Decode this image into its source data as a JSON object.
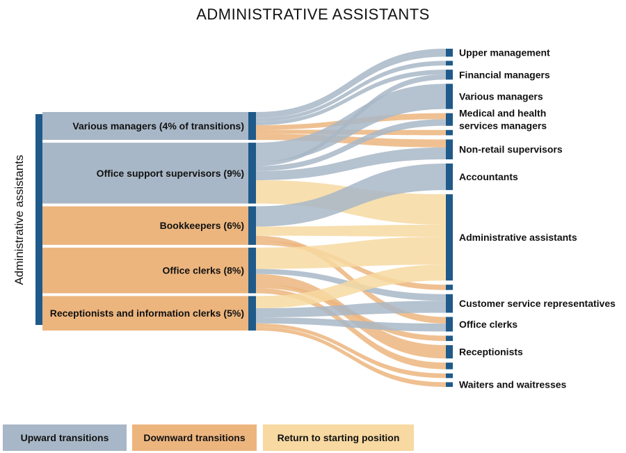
{
  "title": "ADMINISTRATIVE ASSISTANTS",
  "root_label": "Administrative assistants",
  "colors": {
    "upward": "#a8b7c7",
    "downward": "#ecb57e",
    "return": "#f7d9a1",
    "node": "#1f5a8a"
  },
  "sources": [
    {
      "id": "various_managers",
      "label": "Various managers (4% of transitions)",
      "type": "upward"
    },
    {
      "id": "office_support_supervisors",
      "label": "Office support supervisors (9%)",
      "type": "upward"
    },
    {
      "id": "bookkeepers",
      "label": "Bookkeepers (6%)",
      "type": "downward"
    },
    {
      "id": "office_clerks",
      "label": "Office clerks (8%)",
      "type": "downward"
    },
    {
      "id": "receptionists",
      "label": "Receptionists and information clerks (5%)",
      "type": "downward"
    }
  ],
  "targets": [
    {
      "id": "upper_mgmt",
      "label": "Upper management"
    },
    {
      "id": "t2",
      "label": ""
    },
    {
      "id": "financial_mgrs",
      "label": "Financial managers"
    },
    {
      "id": "various_mgrs",
      "label": "Various managers"
    },
    {
      "id": "medical_mgrs",
      "label": "Medical and health\nservices managers"
    },
    {
      "id": "t6",
      "label": ""
    },
    {
      "id": "non_retail",
      "label": "Non-retail supervisors"
    },
    {
      "id": "accountants",
      "label": "Accountants"
    },
    {
      "id": "admin_assistants",
      "label": "Administrative assistants"
    },
    {
      "id": "t10",
      "label": ""
    },
    {
      "id": "csr",
      "label": "Customer service representatives"
    },
    {
      "id": "office_clerks_t",
      "label": "Office clerks"
    },
    {
      "id": "t13",
      "label": ""
    },
    {
      "id": "receptionists_t",
      "label": "Receptionists"
    },
    {
      "id": "t15",
      "label": ""
    },
    {
      "id": "t16",
      "label": ""
    },
    {
      "id": "waiters",
      "label": "Waiters and waitresses"
    }
  ],
  "links": [
    {
      "source": "various_managers",
      "target": "upper_mgmt",
      "value": 0.6,
      "type": "upward"
    },
    {
      "source": "various_managers",
      "target": "t2",
      "value": 0.35,
      "type": "upward"
    },
    {
      "source": "various_managers",
      "target": "financial_mgrs",
      "value": 0.35,
      "type": "upward"
    },
    {
      "source": "various_managers",
      "target": "medical_mgrs",
      "value": 0.45,
      "type": "downward"
    },
    {
      "source": "various_managers",
      "target": "t6",
      "value": 0.4,
      "type": "downward"
    },
    {
      "source": "various_managers",
      "target": "non_retail",
      "value": 0.6,
      "type": "downward"
    },
    {
      "source": "office_support_supervisors",
      "target": "various_mgrs",
      "value": 1.9,
      "type": "upward"
    },
    {
      "source": "office_support_supervisors",
      "target": "financial_mgrs",
      "value": 0.4,
      "type": "upward"
    },
    {
      "source": "office_support_supervisors",
      "target": "medical_mgrs",
      "value": 0.5,
      "type": "upward"
    },
    {
      "source": "office_support_supervisors",
      "target": "non_retail",
      "value": 0.9,
      "type": "upward"
    },
    {
      "source": "office_support_supervisors",
      "target": "admin_assistants",
      "value": 2.3,
      "type": "return"
    },
    {
      "source": "bookkeepers",
      "target": "accountants",
      "value": 2.0,
      "type": "upward"
    },
    {
      "source": "bookkeepers",
      "target": "admin_assistants",
      "value": 0.9,
      "type": "return"
    },
    {
      "source": "bookkeepers",
      "target": "office_clerks_t",
      "value": 0.5,
      "type": "downward"
    },
    {
      "source": "bookkeepers",
      "target": "t10",
      "value": 0.4,
      "type": "downward"
    },
    {
      "source": "office_clerks",
      "target": "admin_assistants",
      "value": 2.1,
      "type": "return"
    },
    {
      "source": "office_clerks",
      "target": "csr",
      "value": 0.5,
      "type": "upward"
    },
    {
      "source": "office_clerks",
      "target": "receptionists_t",
      "value": 1.0,
      "type": "downward"
    },
    {
      "source": "office_clerks",
      "target": "t13",
      "value": 0.4,
      "type": "downward"
    },
    {
      "source": "office_clerks",
      "target": "t15",
      "value": 0.5,
      "type": "downward"
    },
    {
      "source": "receptionists",
      "target": "admin_assistants",
      "value": 1.2,
      "type": "return"
    },
    {
      "source": "receptionists",
      "target": "csr",
      "value": 0.9,
      "type": "upward"
    },
    {
      "source": "receptionists",
      "target": "office_clerks_t",
      "value": 0.6,
      "type": "upward"
    },
    {
      "source": "receptionists",
      "target": "t16",
      "value": 0.35,
      "type": "downward"
    },
    {
      "source": "receptionists",
      "target": "waiters",
      "value": 0.35,
      "type": "downward"
    }
  ],
  "legend": [
    {
      "label": "Upward transitions",
      "type": "upward"
    },
    {
      "label": "Downward transitions",
      "type": "downward"
    },
    {
      "label": "Return to starting position",
      "type": "return"
    }
  ]
}
